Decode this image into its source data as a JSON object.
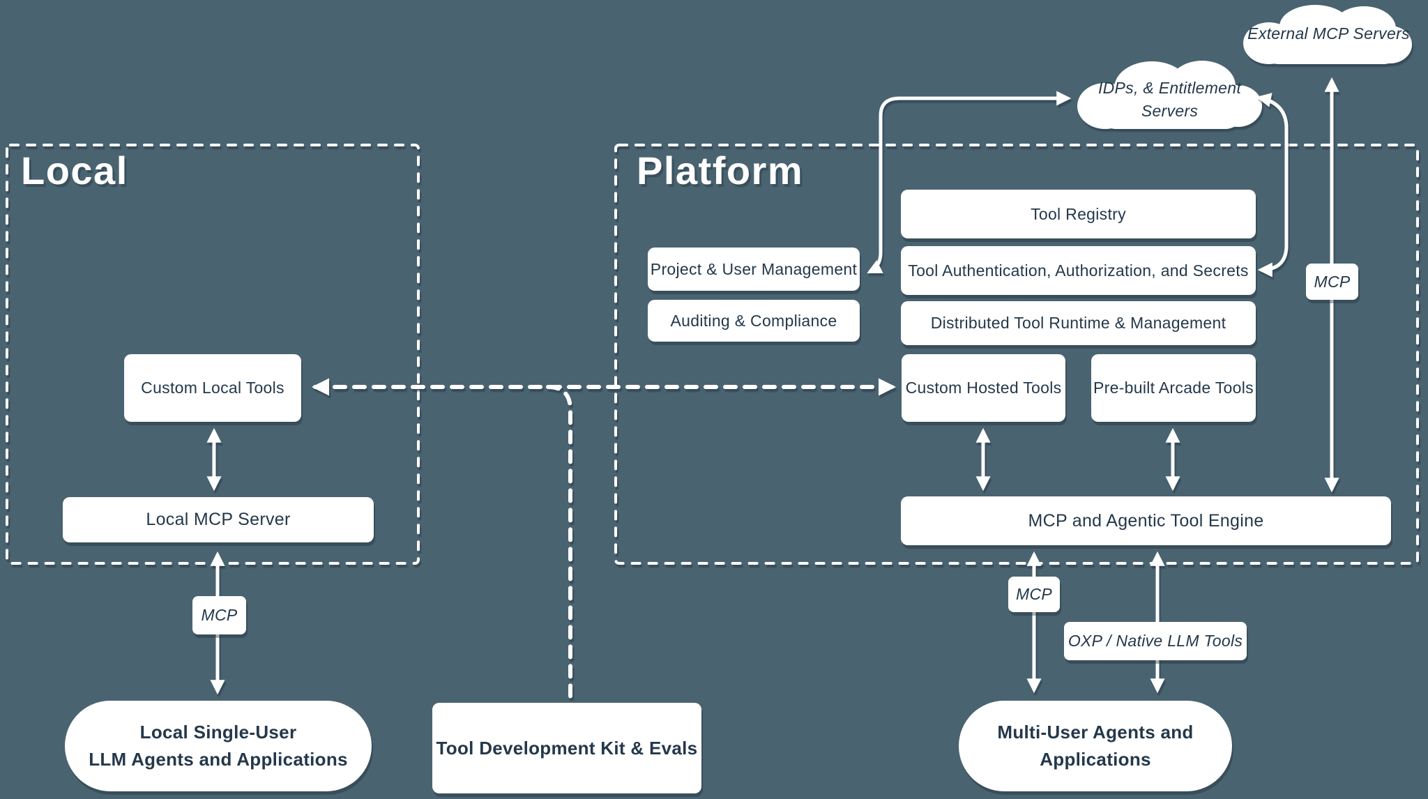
{
  "colors": {
    "background": "#4a6370",
    "box_fill": "#ffffff",
    "text_navy": "#24384a",
    "line_white": "#ffffff",
    "shadow": "rgba(28,44,55,0.38)"
  },
  "regions": {
    "local": {
      "title": "Local"
    },
    "platform": {
      "title": "Platform"
    }
  },
  "local": {
    "custom_local_tools": "Custom Local Tools",
    "local_mcp_server": "Local MCP Server",
    "mcp_label": "MCP",
    "agents": {
      "line1": "Local Single-User",
      "line2": "LLM Agents and Applications"
    }
  },
  "middle": {
    "tdk": "Tool Development Kit & Evals"
  },
  "platform": {
    "tool_registry": "Tool Registry",
    "project_user": "Project & User Management",
    "tool_auth": "Tool Authentication, Authorization, and Secrets",
    "auditing": "Auditing & Compliance",
    "distributed": "Distributed Tool Runtime & Management",
    "custom_hosted": "Custom Hosted Tools",
    "prebuilt": "Pre-built Arcade Tools",
    "engine": "MCP and Agentic Tool Engine",
    "mcp_external_label": "MCP",
    "mcp_engine_label": "MCP",
    "oxp_label": "OXP / Native LLM Tools",
    "agents": {
      "line1": "Multi-User Agents and",
      "line2": "Applications"
    }
  },
  "clouds": {
    "idps": {
      "line1": "IDPs, & Entitlement",
      "line2": "Servers"
    },
    "external": {
      "label": "External MCP Servers"
    }
  },
  "connections": [
    {
      "from": "Custom Local Tools",
      "to": "Local MCP Server",
      "style": "double-arrow"
    },
    {
      "from": "Local MCP Server",
      "to": "Local Single-User LLM Agents and Applications",
      "style": "double-arrow",
      "via": "MCP"
    },
    {
      "from": "Custom Local Tools",
      "to": "Custom Hosted Tools",
      "style": "dashed-double-arrow"
    },
    {
      "from": "dashed connector",
      "to": "Tool Development Kit & Evals",
      "style": "dashed-branch"
    },
    {
      "from": "Project & User Management",
      "to": "IDPs, & Entitlement Servers",
      "style": "double-arrow-elbow"
    },
    {
      "from": "Tool Authentication, Authorization, and Secrets",
      "to": "IDPs, & Entitlement Servers",
      "style": "double-arrow-elbow"
    },
    {
      "from": "MCP and Agentic Tool Engine",
      "to": "External MCP Servers",
      "style": "double-arrow",
      "via": "MCP"
    },
    {
      "from": "Custom Hosted Tools",
      "to": "MCP and Agentic Tool Engine",
      "style": "double-arrow"
    },
    {
      "from": "Pre-built Arcade Tools",
      "to": "MCP and Agentic Tool Engine",
      "style": "double-arrow"
    },
    {
      "from": "MCP and Agentic Tool Engine",
      "to": "Multi-User Agents and Applications",
      "style": "double-arrow",
      "via": "MCP"
    },
    {
      "from": "MCP and Agentic Tool Engine",
      "to": "Multi-User Agents and Applications",
      "style": "double-arrow",
      "via": "OXP / Native LLM Tools"
    }
  ]
}
